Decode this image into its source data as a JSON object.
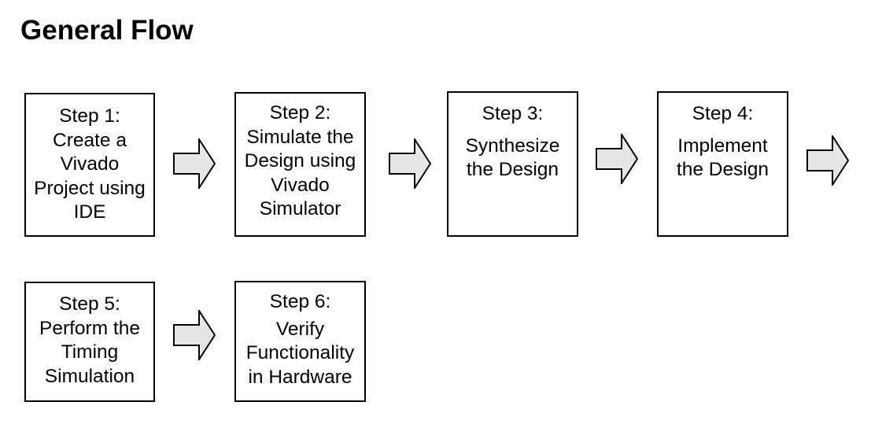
{
  "title": "General Flow",
  "colors": {
    "arrow_fill": "#e6e6e6",
    "border": "#000000"
  },
  "steps": [
    {
      "heading": "Step 1:",
      "lines": [
        "Create a",
        "Vivado",
        "Project using",
        "IDE"
      ]
    },
    {
      "heading": "Step 2:",
      "lines": [
        "Simulate the",
        "Design using",
        "Vivado",
        "Simulator"
      ]
    },
    {
      "heading": "Step 3:",
      "lines": [
        "Synthesize",
        "the Design"
      ]
    },
    {
      "heading": "Step 4:",
      "lines": [
        "Implement",
        "the Design"
      ]
    },
    {
      "heading": "Step 5:",
      "lines": [
        "Perform the",
        "Timing",
        "Simulation"
      ]
    },
    {
      "heading": "Step 6:",
      "lines": [
        "Verify",
        "Functionality",
        "in Hardware"
      ]
    }
  ]
}
